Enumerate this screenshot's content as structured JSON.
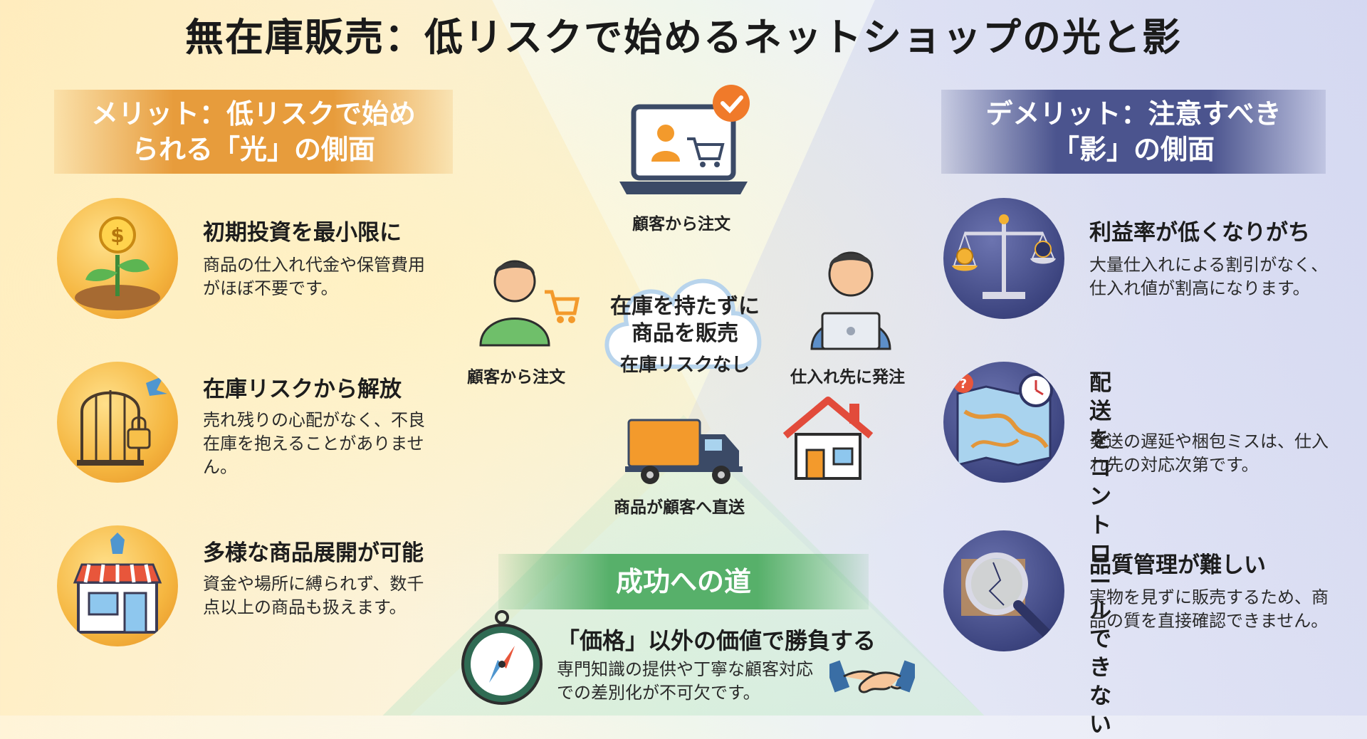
{
  "title": "無在庫販売：低リスクで始めるネットショップの光と影",
  "merit": {
    "header": "メリット：低リスクで始め\nられる「光」の側面",
    "items": [
      {
        "title": "初期投資を最小限に",
        "desc": "商品の仕入れ代金や保管費用がほぼ不要です。",
        "icon": "sprout-coin-icon"
      },
      {
        "title": "在庫リスクから解放",
        "desc": "売れ残りの心配がなく、不良在庫を抱えることがありません。",
        "icon": "birdcage-icon"
      },
      {
        "title": "多様な商品展開が可能",
        "desc": "資金や場所に縛られず、数千点以上の商品も扱えます。",
        "icon": "storefront-icon"
      }
    ]
  },
  "demerit": {
    "header": "デメリット：注意すべき\n「影」の側面",
    "items": [
      {
        "title": "利益率が低くなりがち",
        "desc": "大量仕入れによる割引がなく、仕入れ値が割高になります。",
        "icon": "balance-scale-icon"
      },
      {
        "title": "配送をコントロール\nできない",
        "desc": "発送の遅延や梱包ミスは、仕入れ先の対応次第です。",
        "icon": "map-clock-icon"
      },
      {
        "title": "品質管理が難しい",
        "desc": "実物を見ずに販売するため、商品の質を直接確認できません。",
        "icon": "magnifier-icon"
      }
    ]
  },
  "flow": {
    "laptop_label": "顧客から注文",
    "customer_label": "顧客から注文",
    "cloud_main": "在庫を持たずに\n商品を販売",
    "cloud_sub": "在庫リスクなし",
    "supplier_label": "仕入れ先に発注",
    "truck_label": "商品が顧客へ直送"
  },
  "success": {
    "header": "成功への道",
    "title": "「価格」以外の価値で勝負する",
    "desc": "専門知識の提供や丁寧な顧客対応での差別化が不可欠です。"
  },
  "colors": {
    "merit_band": "#e79c3c",
    "demerit_band": "#4b548e",
    "success_band": "#57b06a",
    "cart_orange": "#f39a2c"
  }
}
